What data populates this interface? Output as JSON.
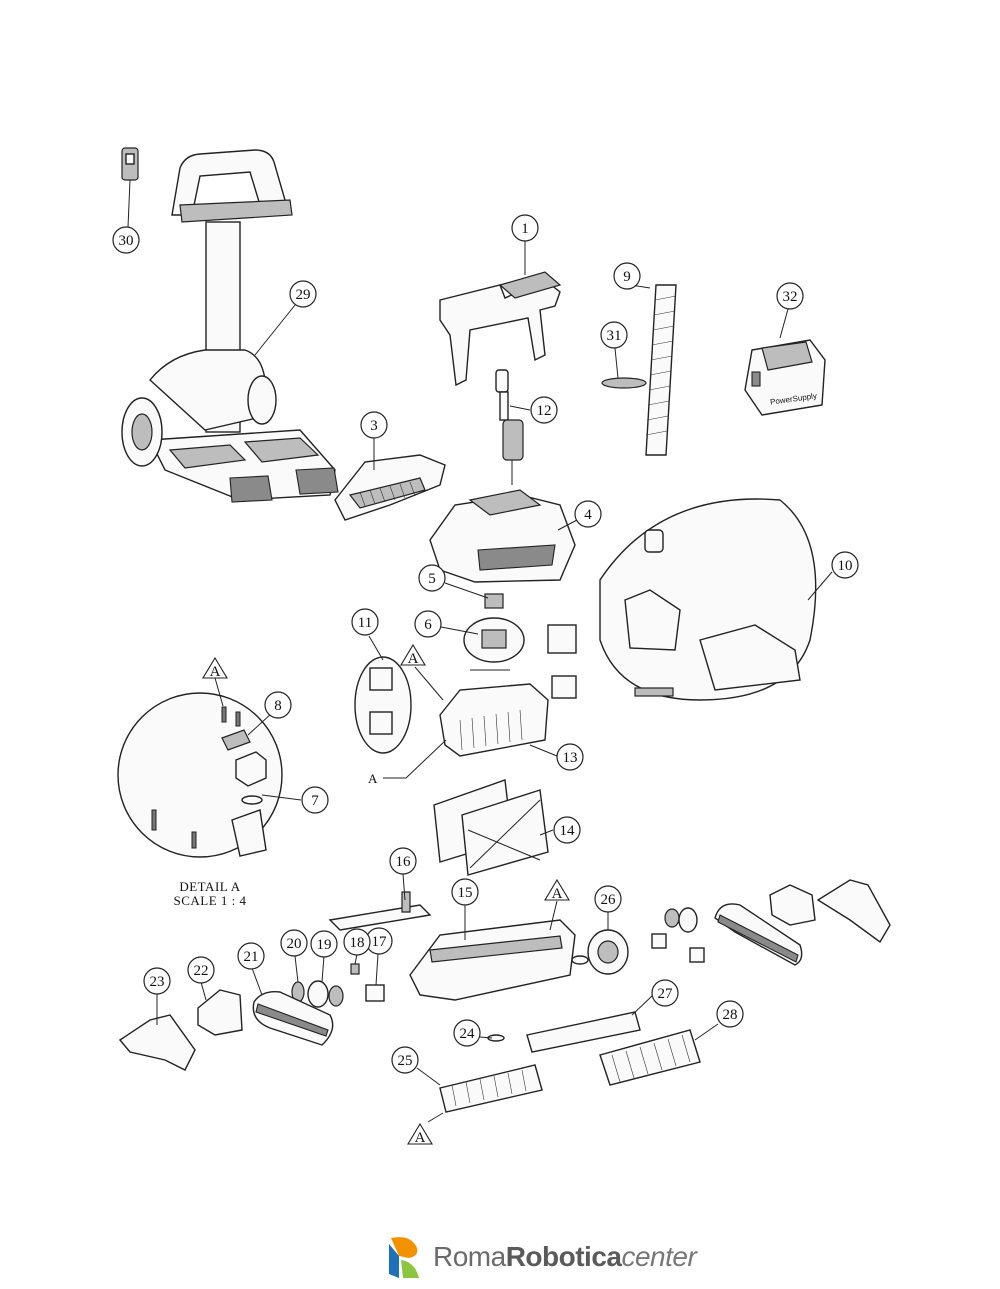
{
  "callouts": [
    {
      "label": "1"
    },
    {
      "label": "3"
    },
    {
      "label": "4"
    },
    {
      "label": "5"
    },
    {
      "label": "6"
    },
    {
      "label": "7"
    },
    {
      "label": "8"
    },
    {
      "label": "9"
    },
    {
      "label": "10"
    },
    {
      "label": "11"
    },
    {
      "label": "12"
    },
    {
      "label": "13"
    },
    {
      "label": "14"
    },
    {
      "label": "15"
    },
    {
      "label": "16"
    },
    {
      "label": "17"
    },
    {
      "label": "18"
    },
    {
      "label": "19"
    },
    {
      "label": "20"
    },
    {
      "label": "21"
    },
    {
      "label": "22"
    },
    {
      "label": "23"
    },
    {
      "label": "24"
    },
    {
      "label": "25"
    },
    {
      "label": "26"
    },
    {
      "label": "27"
    },
    {
      "label": "28"
    },
    {
      "label": "29"
    },
    {
      "label": "30"
    },
    {
      "label": "31"
    },
    {
      "label": "32"
    }
  ],
  "detail_markers": [
    {
      "label": "A"
    },
    {
      "label": "A"
    },
    {
      "label": "A"
    },
    {
      "label": "A"
    }
  ],
  "section_label": "A",
  "detail": {
    "line1": "DETAIL A",
    "line2": "SCALE 1 : 4"
  },
  "power_supply_label": "PowerSupply",
  "brand": {
    "part1": "Roma",
    "part2": "Robotica",
    "part3": "center",
    "colors": {
      "orange": "#f39200",
      "blue": "#1d71b8",
      "green": "#8cc63f"
    }
  }
}
